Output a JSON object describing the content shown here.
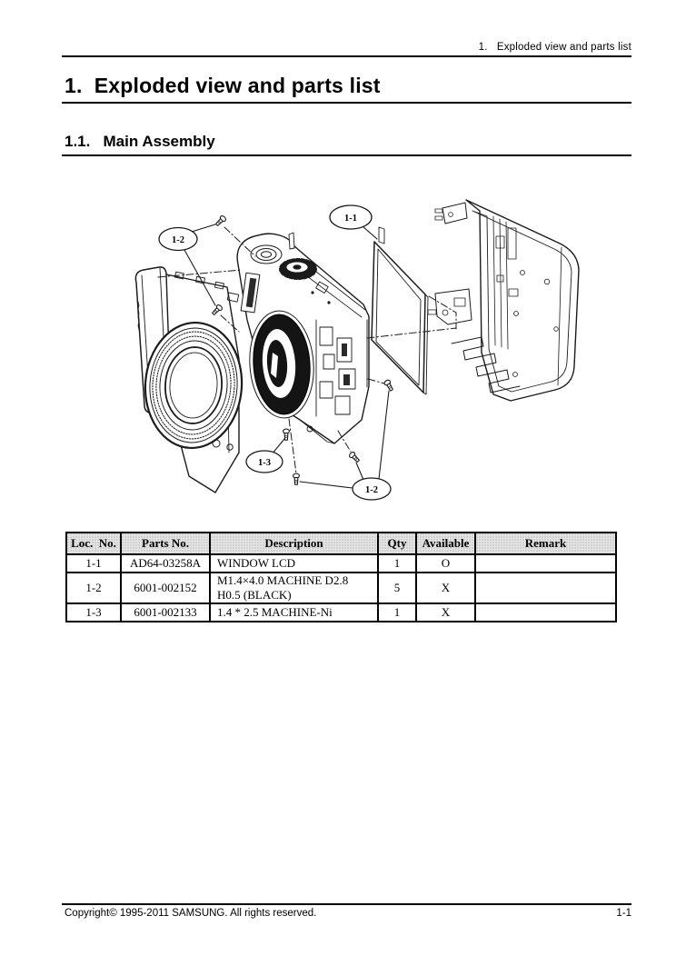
{
  "page": {
    "running_header": "1.   Exploded view and parts list",
    "title": "1.  Exploded view and parts list",
    "section": "1.1.   Main Assembly",
    "footer_left": "Copyright© 1995-2011 SAMSUNG. All rights reserved.",
    "footer_right": "1-1"
  },
  "diagram": {
    "callouts": [
      {
        "label": "1-2"
      },
      {
        "label": "1-1"
      },
      {
        "label": "1-3"
      },
      {
        "label": "1-2"
      }
    ]
  },
  "parts_table": {
    "columns": [
      "Loc.  No.",
      "Parts No.",
      "Description",
      "Qty",
      "Available",
      "Remark"
    ],
    "rows": [
      {
        "loc": "1-1",
        "parts": "AD64-03258A",
        "desc": "WINDOW LCD",
        "qty": "1",
        "available": "O",
        "remark": ""
      },
      {
        "loc": "1-2",
        "parts": "6001-002152",
        "desc": "M1.4×4.0 MACHINE D2.8 H0.5 (BLACK)",
        "qty": "5",
        "available": "X",
        "remark": ""
      },
      {
        "loc": "1-3",
        "parts": "6001-002133",
        "desc": "1.4 * 2.5 MACHINE-Ni",
        "qty": "1",
        "available": "X",
        "remark": ""
      }
    ]
  }
}
